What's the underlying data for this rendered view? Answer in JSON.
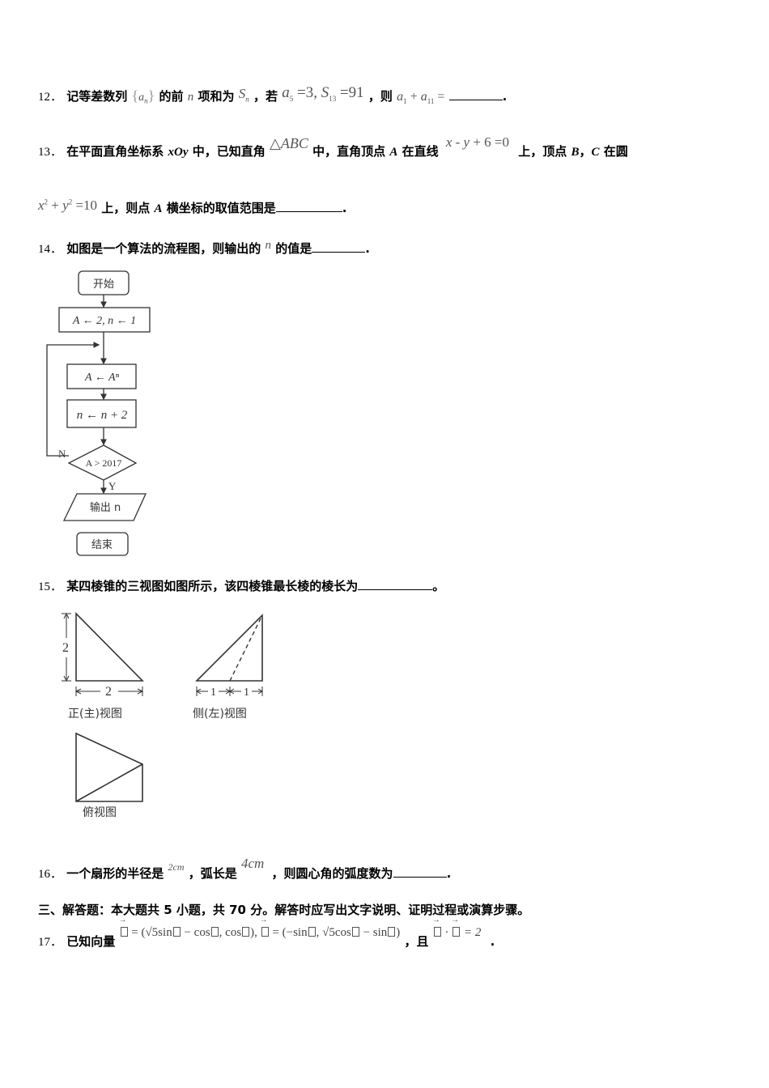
{
  "questions": {
    "q12": {
      "number": "12．",
      "t1": "记等差数列",
      "seq": "{ aₙ }",
      "t2": "的前",
      "n": "n",
      "t3": "项和为",
      "Sn": "S",
      "Sn_sub": "n",
      "t4": "，若",
      "cond": "a₅ =3, S₁₃ =91",
      "t5": "，则",
      "expr": "a₁ + a₁₁ =",
      "end": "."
    },
    "q13": {
      "number": "13．",
      "t1": "在平面直角坐标系",
      "xOy": "xOy",
      "t2": "中，已知直角",
      "tri": "△ABC",
      "t3": "中，直角顶点",
      "A": "A",
      "t4": "在直线",
      "line": "x - y + 6 =0",
      "t5": "上，顶点",
      "B": "B",
      "comma": "，",
      "C": "C",
      "t6": "在圆",
      "circle": "x² + y² =10",
      "t7": "上，则点",
      "A2": "A",
      "t8": "横坐标的取值范围是",
      "end": "."
    },
    "q14": {
      "number": "14．",
      "t1": "如图是一个算法的流程图，则输出的",
      "n": "n",
      "t2": "的值是",
      "end": ".",
      "flowchart": {
        "start": "开始",
        "init": "A ← 2, n ← 1",
        "step1": "A ← Aⁿ",
        "step2": "n ← n + 2",
        "condition": "A > 2017",
        "no_label": "N",
        "yes_label": "Y",
        "output": "输出 n",
        "end": "结束"
      }
    },
    "q15": {
      "number": "15．",
      "t1": "某四棱锥的三视图如图所示，该四棱锥最长棱的棱长为",
      "end": "。",
      "views": {
        "front_label": "正(主)视图",
        "front_height": "2",
        "front_width": "2",
        "side_label": "侧(左)视图",
        "side_w1": "1",
        "side_w2": "1",
        "top_label": "俯视图"
      }
    },
    "q16": {
      "number": "16．",
      "t1": "一个扇形的半径是",
      "r": "2cm",
      "t2": "，弧长是",
      "l": "4cm",
      "t3": "，则圆心角的弧度数为",
      "end": "."
    },
    "section3": {
      "title": "三、解答题：本大题共 5 小题，共 70 分。解答时应写出文字说明、证明过程或演算步骤。"
    },
    "q17": {
      "number": "17．",
      "t1": "已知向量",
      "eq1a": " = (√5sin",
      "eq1b": " − cos",
      "eq1c": ", cos",
      "eq1d": "),",
      "eq2a": " = (−sin",
      "eq2b": ", √5cos",
      "eq2c": " − sin",
      "eq2d": ")",
      "t2": "，且",
      "dot": " · ",
      "dot_eq": " = 2",
      "end": "."
    }
  }
}
